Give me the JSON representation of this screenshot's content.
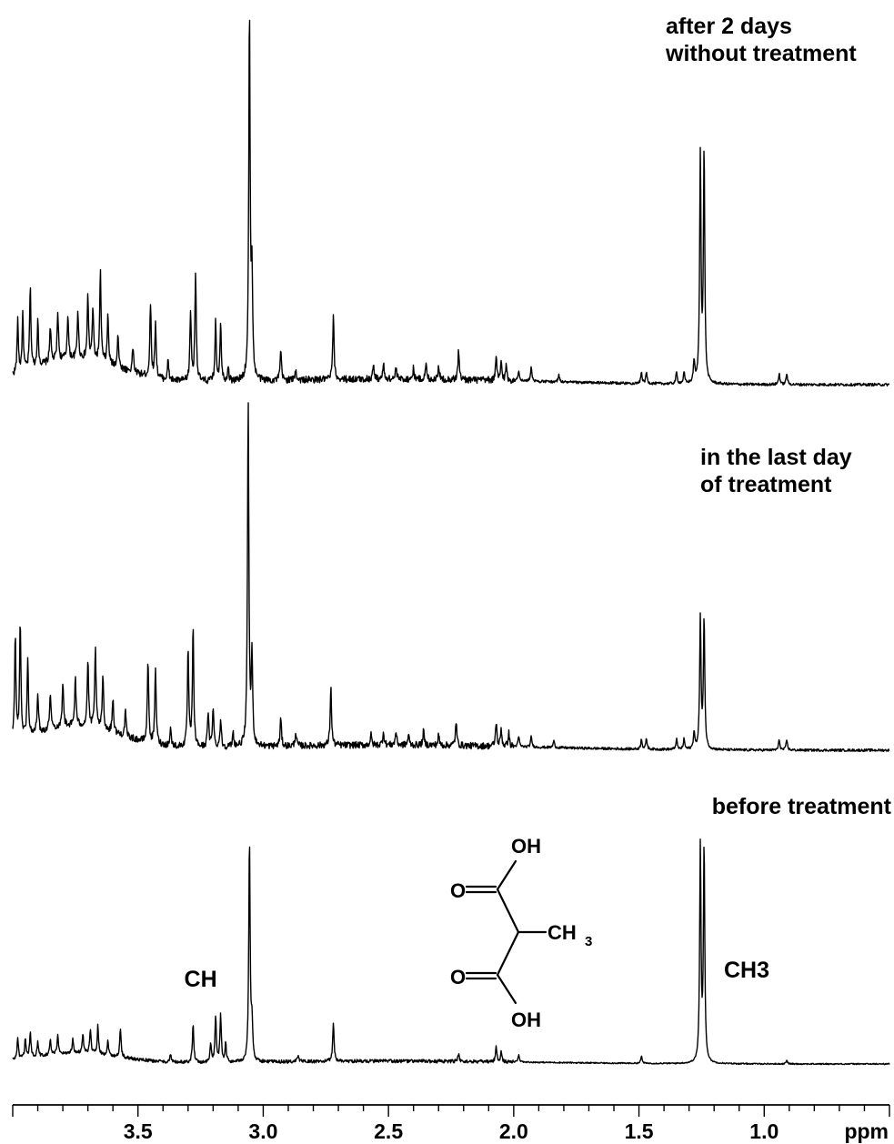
{
  "chart_data": {
    "type": "line",
    "title": "",
    "xlabel": "ppm",
    "ylabel": "",
    "x_axis": {
      "reversed": true,
      "range": [
        4.0,
        0.5
      ],
      "major_ticks": [
        3.5,
        3.0,
        2.5,
        2.0,
        1.5,
        1.0
      ],
      "major_tick_labels": [
        "3.5",
        "3.0",
        "2.5",
        "2.0",
        "1.5",
        "1.0"
      ],
      "minor_step": 0.1
    },
    "grid": false,
    "legend": "none",
    "series": [
      {
        "name": "after 2 days\nwithout treatment",
        "label_lines": [
          "after 2 days",
          "without treatment"
        ],
        "baseline_noise": 0.012,
        "peaks": [
          {
            "ppm": 3.98,
            "h": 0.14
          },
          {
            "ppm": 3.96,
            "h": 0.15
          },
          {
            "ppm": 3.93,
            "h": 0.22
          },
          {
            "ppm": 3.9,
            "h": 0.12
          },
          {
            "ppm": 3.85,
            "h": 0.1
          },
          {
            "ppm": 3.82,
            "h": 0.13
          },
          {
            "ppm": 3.78,
            "h": 0.12
          },
          {
            "ppm": 3.74,
            "h": 0.13
          },
          {
            "ppm": 3.7,
            "h": 0.17
          },
          {
            "ppm": 3.68,
            "h": 0.14
          },
          {
            "ppm": 3.65,
            "h": 0.24
          },
          {
            "ppm": 3.62,
            "h": 0.13
          },
          {
            "ppm": 3.58,
            "h": 0.09
          },
          {
            "ppm": 3.52,
            "h": 0.07
          },
          {
            "ppm": 3.45,
            "h": 0.2
          },
          {
            "ppm": 3.43,
            "h": 0.15
          },
          {
            "ppm": 3.38,
            "h": 0.05
          },
          {
            "ppm": 3.29,
            "h": 0.19
          },
          {
            "ppm": 3.27,
            "h": 0.3
          },
          {
            "ppm": 3.19,
            "h": 0.16
          },
          {
            "ppm": 3.17,
            "h": 0.16
          },
          {
            "ppm": 3.14,
            "h": 0.04
          },
          {
            "ppm": 3.055,
            "h": 1.0
          },
          {
            "ppm": 3.045,
            "h": 0.28
          },
          {
            "ppm": 2.93,
            "h": 0.08
          },
          {
            "ppm": 2.87,
            "h": 0.03
          },
          {
            "ppm": 2.72,
            "h": 0.17
          },
          {
            "ppm": 2.56,
            "h": 0.04
          },
          {
            "ppm": 2.52,
            "h": 0.04
          },
          {
            "ppm": 2.47,
            "h": 0.03
          },
          {
            "ppm": 2.4,
            "h": 0.03
          },
          {
            "ppm": 2.35,
            "h": 0.04
          },
          {
            "ppm": 2.3,
            "h": 0.04
          },
          {
            "ppm": 2.22,
            "h": 0.08
          },
          {
            "ppm": 2.07,
            "h": 0.06
          },
          {
            "ppm": 2.05,
            "h": 0.05
          },
          {
            "ppm": 2.03,
            "h": 0.04
          },
          {
            "ppm": 1.98,
            "h": 0.03
          },
          {
            "ppm": 1.93,
            "h": 0.04
          },
          {
            "ppm": 1.82,
            "h": 0.02
          },
          {
            "ppm": 1.49,
            "h": 0.03
          },
          {
            "ppm": 1.47,
            "h": 0.03
          },
          {
            "ppm": 1.35,
            "h": 0.03
          },
          {
            "ppm": 1.32,
            "h": 0.03
          },
          {
            "ppm": 1.28,
            "h": 0.06
          },
          {
            "ppm": 1.255,
            "h": 0.62
          },
          {
            "ppm": 1.24,
            "h": 0.63
          },
          {
            "ppm": 0.94,
            "h": 0.03
          },
          {
            "ppm": 0.91,
            "h": 0.03
          }
        ]
      },
      {
        "name": "in the last day\nof treatment",
        "label_lines": [
          "in the last day",
          "of treatment"
        ],
        "baseline_noise": 0.012,
        "peaks": [
          {
            "ppm": 3.99,
            "h": 0.3
          },
          {
            "ppm": 3.97,
            "h": 0.33
          },
          {
            "ppm": 3.94,
            "h": 0.22
          },
          {
            "ppm": 3.9,
            "h": 0.12
          },
          {
            "ppm": 3.85,
            "h": 0.11
          },
          {
            "ppm": 3.8,
            "h": 0.13
          },
          {
            "ppm": 3.75,
            "h": 0.14
          },
          {
            "ppm": 3.7,
            "h": 0.19
          },
          {
            "ppm": 3.67,
            "h": 0.23
          },
          {
            "ppm": 3.64,
            "h": 0.16
          },
          {
            "ppm": 3.6,
            "h": 0.1
          },
          {
            "ppm": 3.55,
            "h": 0.07
          },
          {
            "ppm": 3.46,
            "h": 0.24
          },
          {
            "ppm": 3.43,
            "h": 0.22
          },
          {
            "ppm": 3.37,
            "h": 0.05
          },
          {
            "ppm": 3.3,
            "h": 0.28
          },
          {
            "ppm": 3.28,
            "h": 0.34
          },
          {
            "ppm": 3.22,
            "h": 0.1
          },
          {
            "ppm": 3.2,
            "h": 0.12
          },
          {
            "ppm": 3.17,
            "h": 0.08
          },
          {
            "ppm": 3.12,
            "h": 0.04
          },
          {
            "ppm": 3.06,
            "h": 1.0
          },
          {
            "ppm": 3.045,
            "h": 0.26
          },
          {
            "ppm": 2.93,
            "h": 0.08
          },
          {
            "ppm": 2.87,
            "h": 0.04
          },
          {
            "ppm": 2.73,
            "h": 0.17
          },
          {
            "ppm": 2.57,
            "h": 0.03
          },
          {
            "ppm": 2.52,
            "h": 0.04
          },
          {
            "ppm": 2.47,
            "h": 0.04
          },
          {
            "ppm": 2.42,
            "h": 0.03
          },
          {
            "ppm": 2.36,
            "h": 0.04
          },
          {
            "ppm": 2.3,
            "h": 0.03
          },
          {
            "ppm": 2.23,
            "h": 0.07
          },
          {
            "ppm": 2.07,
            "h": 0.07
          },
          {
            "ppm": 2.05,
            "h": 0.05
          },
          {
            "ppm": 2.02,
            "h": 0.04
          },
          {
            "ppm": 1.98,
            "h": 0.03
          },
          {
            "ppm": 1.93,
            "h": 0.03
          },
          {
            "ppm": 1.84,
            "h": 0.02
          },
          {
            "ppm": 1.49,
            "h": 0.03
          },
          {
            "ppm": 1.47,
            "h": 0.03
          },
          {
            "ppm": 1.35,
            "h": 0.03
          },
          {
            "ppm": 1.32,
            "h": 0.03
          },
          {
            "ppm": 1.28,
            "h": 0.05
          },
          {
            "ppm": 1.255,
            "h": 0.38
          },
          {
            "ppm": 1.24,
            "h": 0.38
          },
          {
            "ppm": 0.94,
            "h": 0.03
          },
          {
            "ppm": 0.91,
            "h": 0.03
          }
        ]
      },
      {
        "name": "before treatment",
        "label_lines": [
          "before treatment"
        ],
        "baseline_noise": 0.006,
        "peaks": [
          {
            "ppm": 3.98,
            "h": 0.06
          },
          {
            "ppm": 3.95,
            "h": 0.05
          },
          {
            "ppm": 3.93,
            "h": 0.07
          },
          {
            "ppm": 3.9,
            "h": 0.04
          },
          {
            "ppm": 3.85,
            "h": 0.04
          },
          {
            "ppm": 3.82,
            "h": 0.05
          },
          {
            "ppm": 3.76,
            "h": 0.04
          },
          {
            "ppm": 3.72,
            "h": 0.05
          },
          {
            "ppm": 3.69,
            "h": 0.07
          },
          {
            "ppm": 3.66,
            "h": 0.08
          },
          {
            "ppm": 3.62,
            "h": 0.04
          },
          {
            "ppm": 3.57,
            "h": 0.08
          },
          {
            "ppm": 3.37,
            "h": 0.02
          },
          {
            "ppm": 3.28,
            "h": 0.11
          },
          {
            "ppm": 3.21,
            "h": 0.05
          },
          {
            "ppm": 3.19,
            "h": 0.13
          },
          {
            "ppm": 3.17,
            "h": 0.13
          },
          {
            "ppm": 3.15,
            "h": 0.05
          },
          {
            "ppm": 3.055,
            "h": 0.62
          },
          {
            "ppm": 3.045,
            "h": 0.1
          },
          {
            "ppm": 2.86,
            "h": 0.02
          },
          {
            "ppm": 2.72,
            "h": 0.11
          },
          {
            "ppm": 2.22,
            "h": 0.02
          },
          {
            "ppm": 2.07,
            "h": 0.04
          },
          {
            "ppm": 2.05,
            "h": 0.03
          },
          {
            "ppm": 1.98,
            "h": 0.02
          },
          {
            "ppm": 1.49,
            "h": 0.02
          },
          {
            "ppm": 1.255,
            "h": 0.6
          },
          {
            "ppm": 1.24,
            "h": 0.6
          },
          {
            "ppm": 0.91,
            "h": 0.01
          }
        ]
      }
    ],
    "annotations": [
      {
        "text": "CH",
        "ppm": 3.25,
        "series": "before treatment"
      },
      {
        "text": "CH3",
        "ppm": 1.07,
        "series": "before treatment"
      }
    ],
    "structure": {
      "name": "methylmalonic acid",
      "labels": [
        "OH",
        "O",
        "CH",
        "3",
        "O",
        "OH"
      ]
    }
  }
}
